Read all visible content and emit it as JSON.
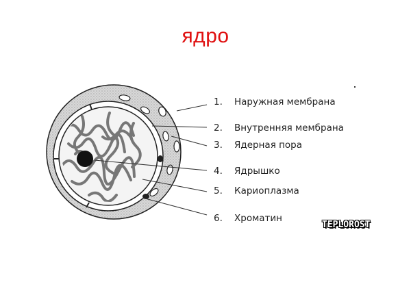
{
  "title": "ядро",
  "title_color": "#e01010",
  "labels": [
    {
      "num": "1.",
      "text": "Наружная мембрана"
    },
    {
      "num": "2.",
      "text": "Внутренняя мембрана"
    },
    {
      "num": "3.",
      "text": "Ядерная пора"
    },
    {
      "num": "4.",
      "text": "Ядрышко"
    },
    {
      "num": "5.",
      "text": "Кариоплазма"
    },
    {
      "num": "6.",
      "text": "Хроматин"
    }
  ],
  "watermark": "TEPLOROST"
}
